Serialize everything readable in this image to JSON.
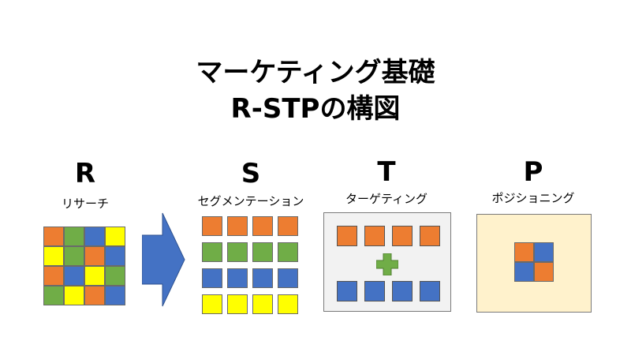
{
  "title": {
    "line1": "マーケティング基礎",
    "line2": "R-STPの構図"
  },
  "steps": [
    {
      "letter": "R",
      "label": "リサーチ"
    },
    {
      "letter": "S",
      "label": "セグメンテーション"
    },
    {
      "letter": "T",
      "label": "ターゲティング"
    },
    {
      "letter": "P",
      "label": "ポジショニング"
    }
  ],
  "colors": {
    "orange": "#ed7d31",
    "green": "#70ad47",
    "blue": "#4472c4",
    "yellow": "#ffff00",
    "arrow": "#4472c4",
    "targeting_panel": "#f2f2f2",
    "positioning_panel": "#fff2cc"
  },
  "research_grid": [
    [
      "orange",
      "green",
      "blue",
      "yellow"
    ],
    [
      "yellow",
      "green",
      "orange",
      "blue"
    ],
    [
      "orange",
      "blue",
      "yellow",
      "green"
    ],
    [
      "green",
      "yellow",
      "orange",
      "blue"
    ]
  ],
  "segmentation_grid": [
    [
      "orange",
      "orange",
      "orange",
      "orange"
    ],
    [
      "green",
      "green",
      "green",
      "green"
    ],
    [
      "blue",
      "blue",
      "blue",
      "blue"
    ],
    [
      "yellow",
      "yellow",
      "yellow",
      "yellow"
    ]
  ],
  "targeting": {
    "top_row": [
      "orange",
      "orange",
      "orange",
      "orange"
    ],
    "plus_color": "green",
    "bottom_row": [
      "blue",
      "blue",
      "blue",
      "blue"
    ]
  },
  "positioning_grid": [
    [
      "orange",
      "blue"
    ],
    [
      "blue",
      "orange"
    ]
  ]
}
